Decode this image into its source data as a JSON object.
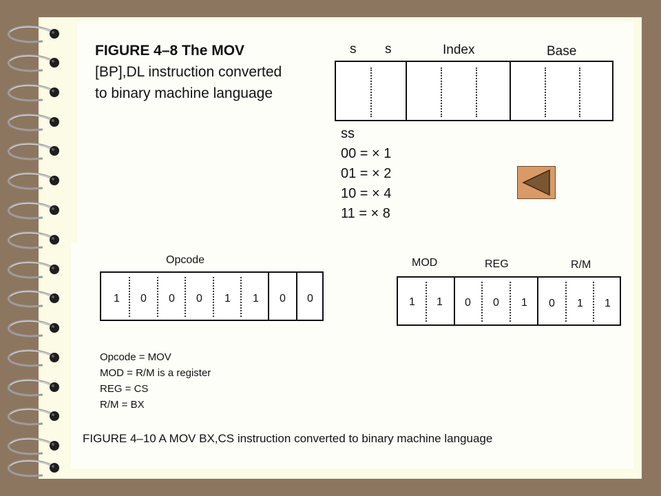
{
  "fig48": {
    "title_line1": "FIGURE 4–8   The MOV",
    "title_line2": "[BP],DL instruction converted",
    "title_line3": "to binary machine language",
    "header_s1": "s",
    "header_s2": "s",
    "header_index": "Index",
    "header_base": "Base",
    "ss_heading": "ss",
    "ss_rows": [
      "00 =  × 1",
      "01 =  × 2",
      "10 =  × 4",
      "11 =  × 8"
    ]
  },
  "fig410": {
    "opcode_label": "Opcode",
    "opcode_bits": [
      "1",
      "0",
      "0",
      "0",
      "1",
      "1",
      "0",
      "0"
    ],
    "mod_label": "MOD",
    "reg_label": "REG",
    "rm_label": "R/M",
    "modrm_bits": [
      "1",
      "1",
      "0",
      "0",
      "1",
      "0",
      "1",
      "1"
    ],
    "notes": [
      "Opcode = MOV",
      "MOD = R/M is a register",
      "REG = CS",
      "R/M = BX"
    ],
    "caption": "FIGURE 4–10   A MOV BX,CS instruction converted to binary machine language"
  },
  "nav": {
    "back_icon": "triangle-left-icon",
    "color": "#d99a66"
  },
  "colors": {
    "background": "#8d7660",
    "page": "#fbfbe6"
  }
}
